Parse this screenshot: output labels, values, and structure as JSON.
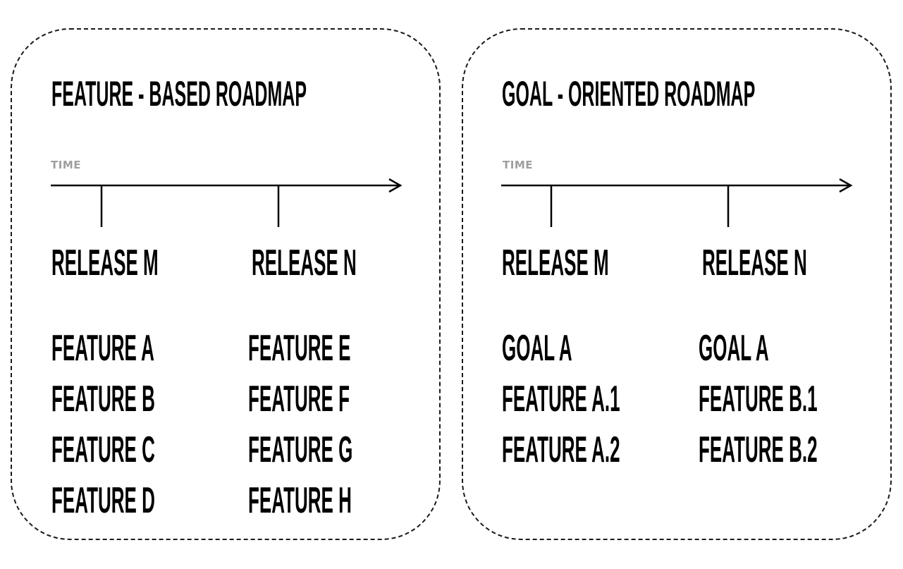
{
  "roadmaps": [
    {
      "title": "FEATURE - BASED ROADMAP",
      "axis_label": "TIME",
      "releases": [
        {
          "name": "RELEASE M",
          "items": [
            "FEATURE A",
            "FEATURE B",
            "FEATURE C",
            "FEATURE D"
          ]
        },
        {
          "name": "RELEASE N",
          "items": [
            "FEATURE E",
            "FEATURE F",
            "FEATURE G",
            "FEATURE H"
          ]
        }
      ]
    },
    {
      "title": "GOAL - ORIENTED ROADMAP",
      "axis_label": "TIME",
      "releases": [
        {
          "name": "RELEASE M",
          "items": [
            "GOAL A",
            "FEATURE A.1",
            "FEATURE A.2"
          ]
        },
        {
          "name": "RELEASE N",
          "items": [
            "GOAL A",
            "FEATURE B.1",
            "FEATURE B.2"
          ]
        }
      ]
    }
  ],
  "colors": {
    "text": "#000000",
    "axis_label": "#9e9e9e",
    "border": "#1a1a1a"
  }
}
